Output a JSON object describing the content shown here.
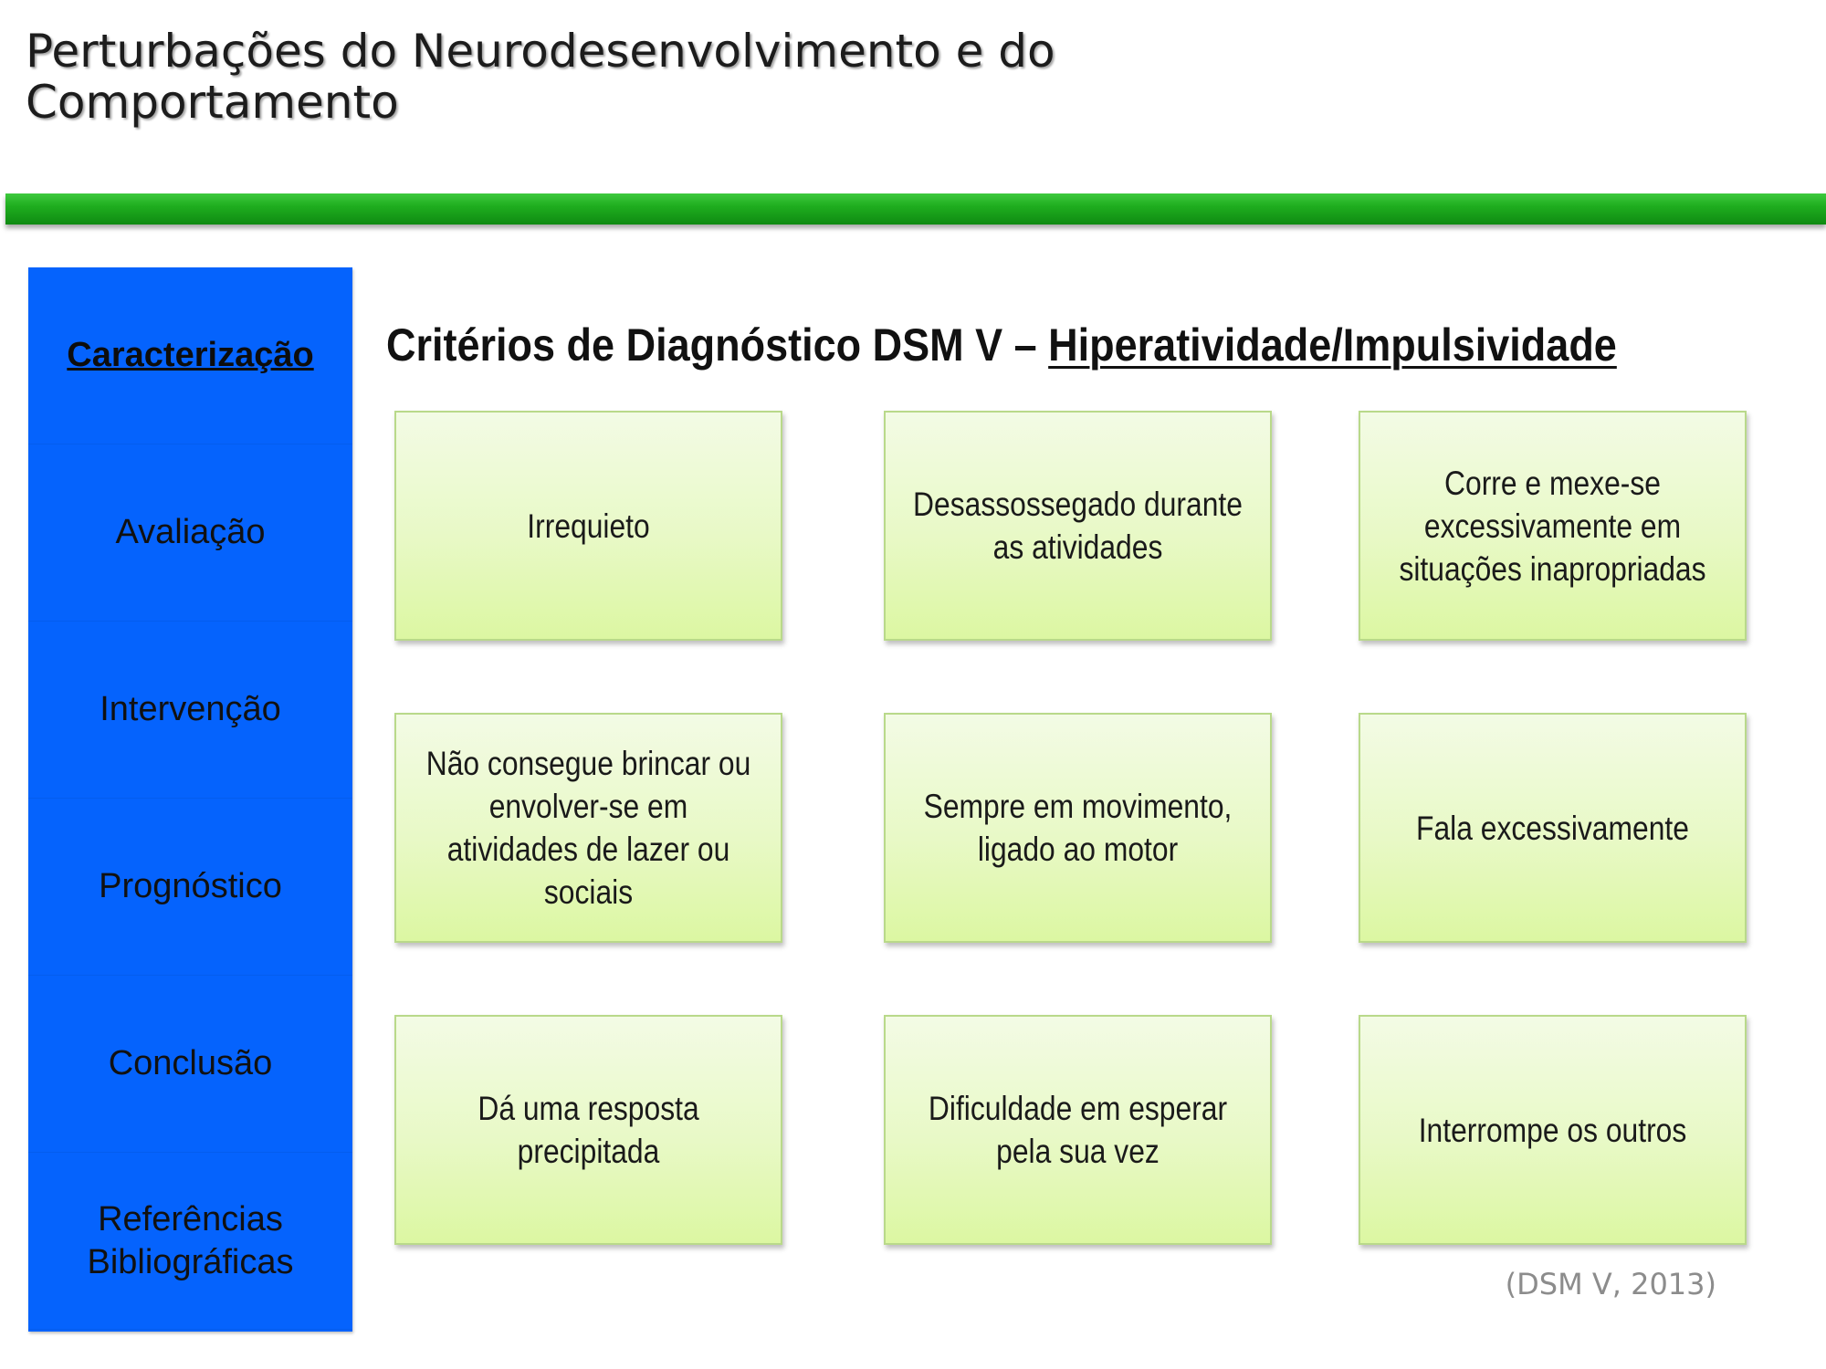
{
  "slide": {
    "title": "Perturbações do Neurodesenvolvimento e do Comportamento",
    "heading_prefix": "Critérios de Diagnóstico DSM V – ",
    "heading_highlight": "Hiperatividade/Impulsividade",
    "citation": "(DSM V, 2013)"
  },
  "colors": {
    "accent_bar": "#1fae1f",
    "sidebar": "#0563fd",
    "card_fill": "#e8f9c6",
    "card_border": "#b9d98a"
  },
  "sidebar": {
    "active_index": 0,
    "items": [
      {
        "label": "Caracterização"
      },
      {
        "label": "Avaliação"
      },
      {
        "label": "Intervenção"
      },
      {
        "label": "Prognóstico"
      },
      {
        "label": "Conclusão"
      },
      {
        "label": "Referências Bibliográficas"
      }
    ]
  },
  "criteria": [
    {
      "text": "Irrequieto"
    },
    {
      "text": "Desassossegado durante as atividades"
    },
    {
      "text": "Corre e mexe-se excessivamente em situações inapropriadas"
    },
    {
      "text": "Não consegue brincar ou envolver-se em atividades de lazer ou sociais"
    },
    {
      "text": "Sempre em movimento, ligado ao motor"
    },
    {
      "text": "Fala excessivamente"
    },
    {
      "text": "Dá uma resposta precipitada"
    },
    {
      "text": "Dificuldade em esperar pela sua vez"
    },
    {
      "text": "Interrompe os outros"
    }
  ]
}
